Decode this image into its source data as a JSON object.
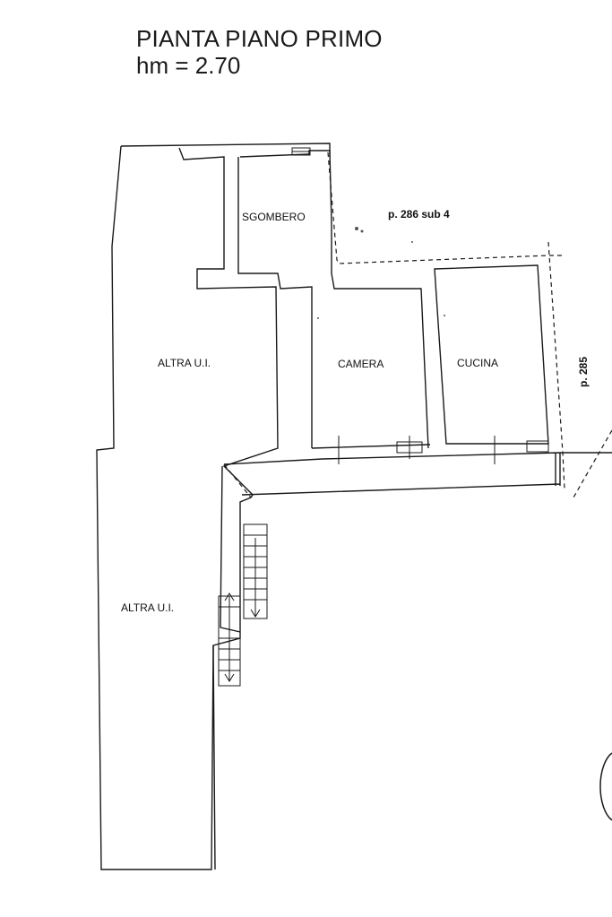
{
  "header": {
    "title": "PIANTA PIANO PRIMO",
    "height_note": "hm = 2.70"
  },
  "rooms": {
    "sgombero": "SGOMBERO",
    "altra_ui_top": "ALTRA U.I.",
    "camera": "CAMERA",
    "cucina": "CUCINA",
    "altra_ui_bottom": "ALTRA U.I."
  },
  "parcels": {
    "sub4": "p. 286 sub 4",
    "p285": "p. 285"
  }
}
